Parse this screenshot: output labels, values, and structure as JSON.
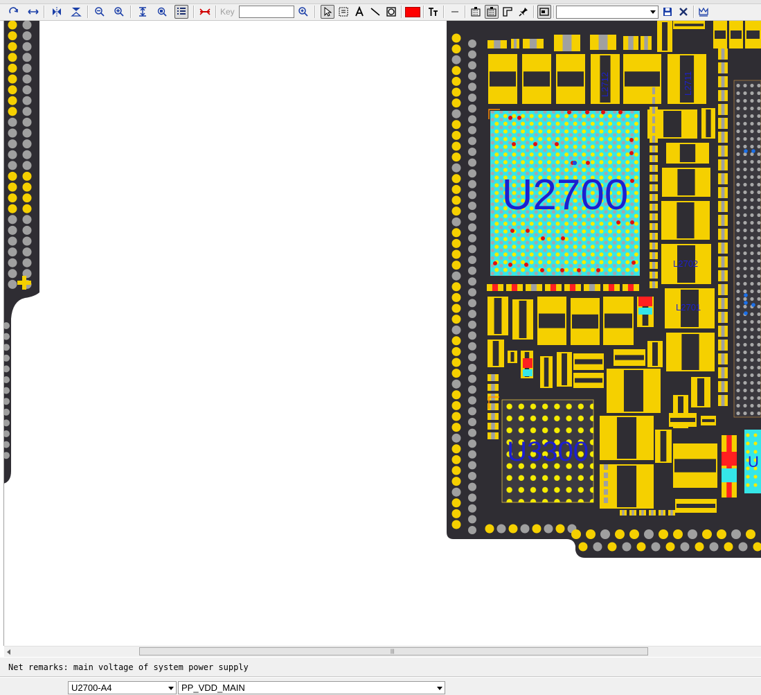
{
  "toolbar": {
    "key_label": "Key",
    "key_value": "",
    "net_select_value": "",
    "accent_color": "#ff0000",
    "icons": [
      "redo-icon",
      "fit-width-icon",
      "mirror-horizontal-icon",
      "mirror-vertical-icon",
      "zoom-out-icon",
      "zoom-in-icon",
      "fit-page-icon",
      "zoom-window-icon",
      "list-icon",
      "measure-icon",
      "search-icon",
      "select-pointer-icon",
      "select-area-icon",
      "text-tool-icon",
      "line-tool-icon",
      "circle-tool-icon",
      "font-size-icon",
      "hline-icon",
      "layer-top-icon",
      "layer-active-icon",
      "layout-icon",
      "pin-icon",
      "window-icon",
      "save-icon",
      "close-icon",
      "crown-icon"
    ]
  },
  "board": {
    "labels": {
      "u2700": "U2700",
      "u3300": "U3300",
      "l2712": "L2712",
      "l2711": "L2711",
      "l2702": "L2702",
      "l2701": "L2701",
      "u_edge": "U"
    }
  },
  "remarks": {
    "text": "Net remarks: main voltage of system power supply"
  },
  "status": {
    "part_pin": "U2700-A4",
    "net_name": "PP_VDD_MAIN"
  }
}
